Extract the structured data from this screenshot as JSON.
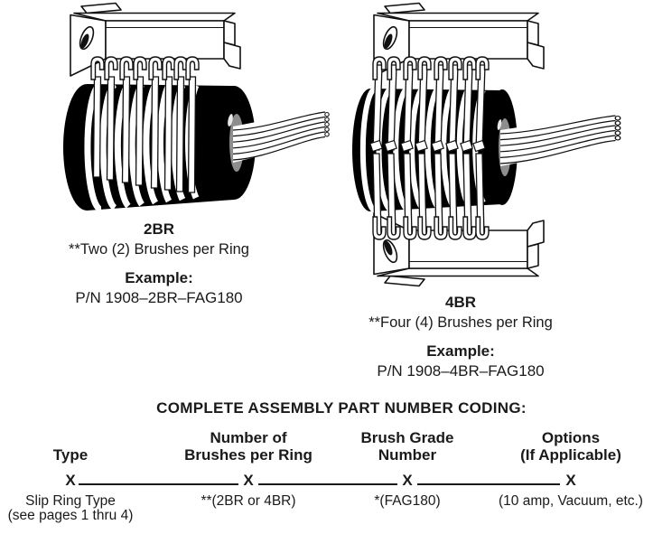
{
  "figures": {
    "two_br": {
      "label": "2BR",
      "description": "**Two (2) Brushes per Ring",
      "example_label": "Example:",
      "example_value": "P/N 1908–2BR–FAG180"
    },
    "four_br": {
      "label": "4BR",
      "description": "**Four (4) Brushes per Ring",
      "example_label": "Example:",
      "example_value": "P/N 1908–4BR–FAG180"
    }
  },
  "coding": {
    "title": "COMPLETE ASSEMBLY PART NUMBER CODING:",
    "x_label": "X",
    "columns": [
      {
        "header_line1": "",
        "header_line2": "Type",
        "desc_line1": "Slip Ring Type",
        "desc_line2": "(see pages 1 thru 4)"
      },
      {
        "header_line1": "Number of",
        "header_line2": "Brushes per Ring",
        "desc_line1": "**(2BR or 4BR)",
        "desc_line2": ""
      },
      {
        "header_line1": "Brush Grade",
        "header_line2": "Number",
        "desc_line1": "*(FAG180)",
        "desc_line2": ""
      },
      {
        "header_line1": "Options",
        "header_line2": "(If Applicable)",
        "desc_line1": "(10 amp, Vacuum, etc.)",
        "desc_line2": ""
      }
    ]
  },
  "colors": {
    "ink": "#1a1a1a",
    "ring_gray": "#8d8d8d",
    "paper": "#ffffff"
  }
}
